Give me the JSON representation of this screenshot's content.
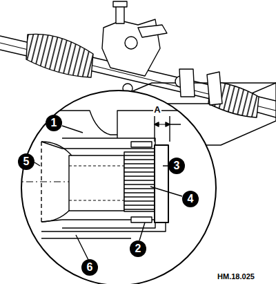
{
  "diagram": {
    "labels": [
      "1",
      "5",
      "A",
      "3",
      "4",
      "2",
      "6",
      "HM.18.025"
    ]
  }
}
